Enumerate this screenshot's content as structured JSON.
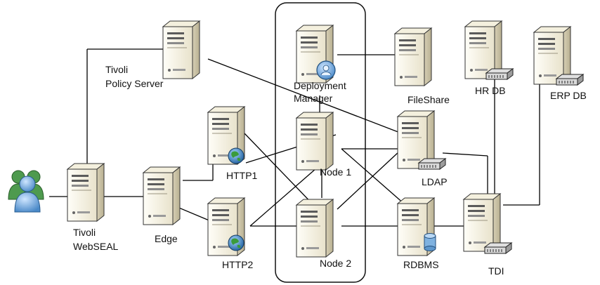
{
  "diagram": {
    "nodes": {
      "user": {
        "label": "",
        "icon": "users-icon"
      },
      "webseal": {
        "label_line1": "Tivoli",
        "label_line2": "WebSEAL",
        "icon": "server-icon"
      },
      "policy": {
        "label_line1": "Tivoli",
        "label_line2": "Policy Server",
        "icon": "server-icon"
      },
      "edge": {
        "label": "Edge",
        "icon": "server-icon"
      },
      "http1": {
        "label": "HTTP1",
        "icon": "web-server-icon"
      },
      "http2": {
        "label": "HTTP2",
        "icon": "web-server-icon"
      },
      "dmgr": {
        "label_line1": "Deployment",
        "label_line2": "Manager",
        "icon": "deployment-manager-icon"
      },
      "node1": {
        "label": "Node 1",
        "icon": "server-icon"
      },
      "node2": {
        "label": "Node 2",
        "icon": "server-icon"
      },
      "fileshare": {
        "label": "FileShare",
        "icon": "server-icon"
      },
      "ldap": {
        "label": "LDAP",
        "icon": "directory-server-icon"
      },
      "rdbms": {
        "label": "RDBMS",
        "icon": "database-server-icon"
      },
      "hrdb": {
        "label": "HR DB",
        "icon": "storage-server-icon"
      },
      "erpdb": {
        "label": "ERP DB",
        "icon": "storage-server-icon"
      },
      "tdi": {
        "label": "TDI",
        "icon": "storage-server-icon"
      }
    },
    "colors": {
      "server_light": "#fdfbf2",
      "server_dark": "#cfc8ad",
      "globe": "#2f7fbd",
      "users_green": "#3f8f4a",
      "users_blue": "#6fa8dc",
      "line": "#000000"
    }
  }
}
